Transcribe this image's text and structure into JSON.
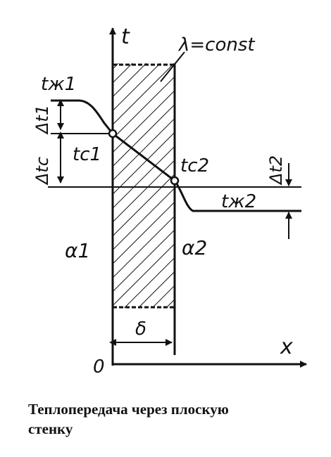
{
  "diagram": {
    "axis_t": "t",
    "axis_x": "x",
    "origin": "0",
    "lambda_label": "λ=const",
    "t_fluid1": "tж1",
    "t_wall1": "tс1",
    "t_wall2": "tс2",
    "t_fluid2": "tж2",
    "delta_t1": "Δt1",
    "delta_tc": "Δtc",
    "delta_t2": "Δt2",
    "alpha1": "α1",
    "alpha2": "α2",
    "thickness": "δ"
  },
  "caption": {
    "line1": "Теплопередача через плоскую",
    "line2": "стенку"
  }
}
